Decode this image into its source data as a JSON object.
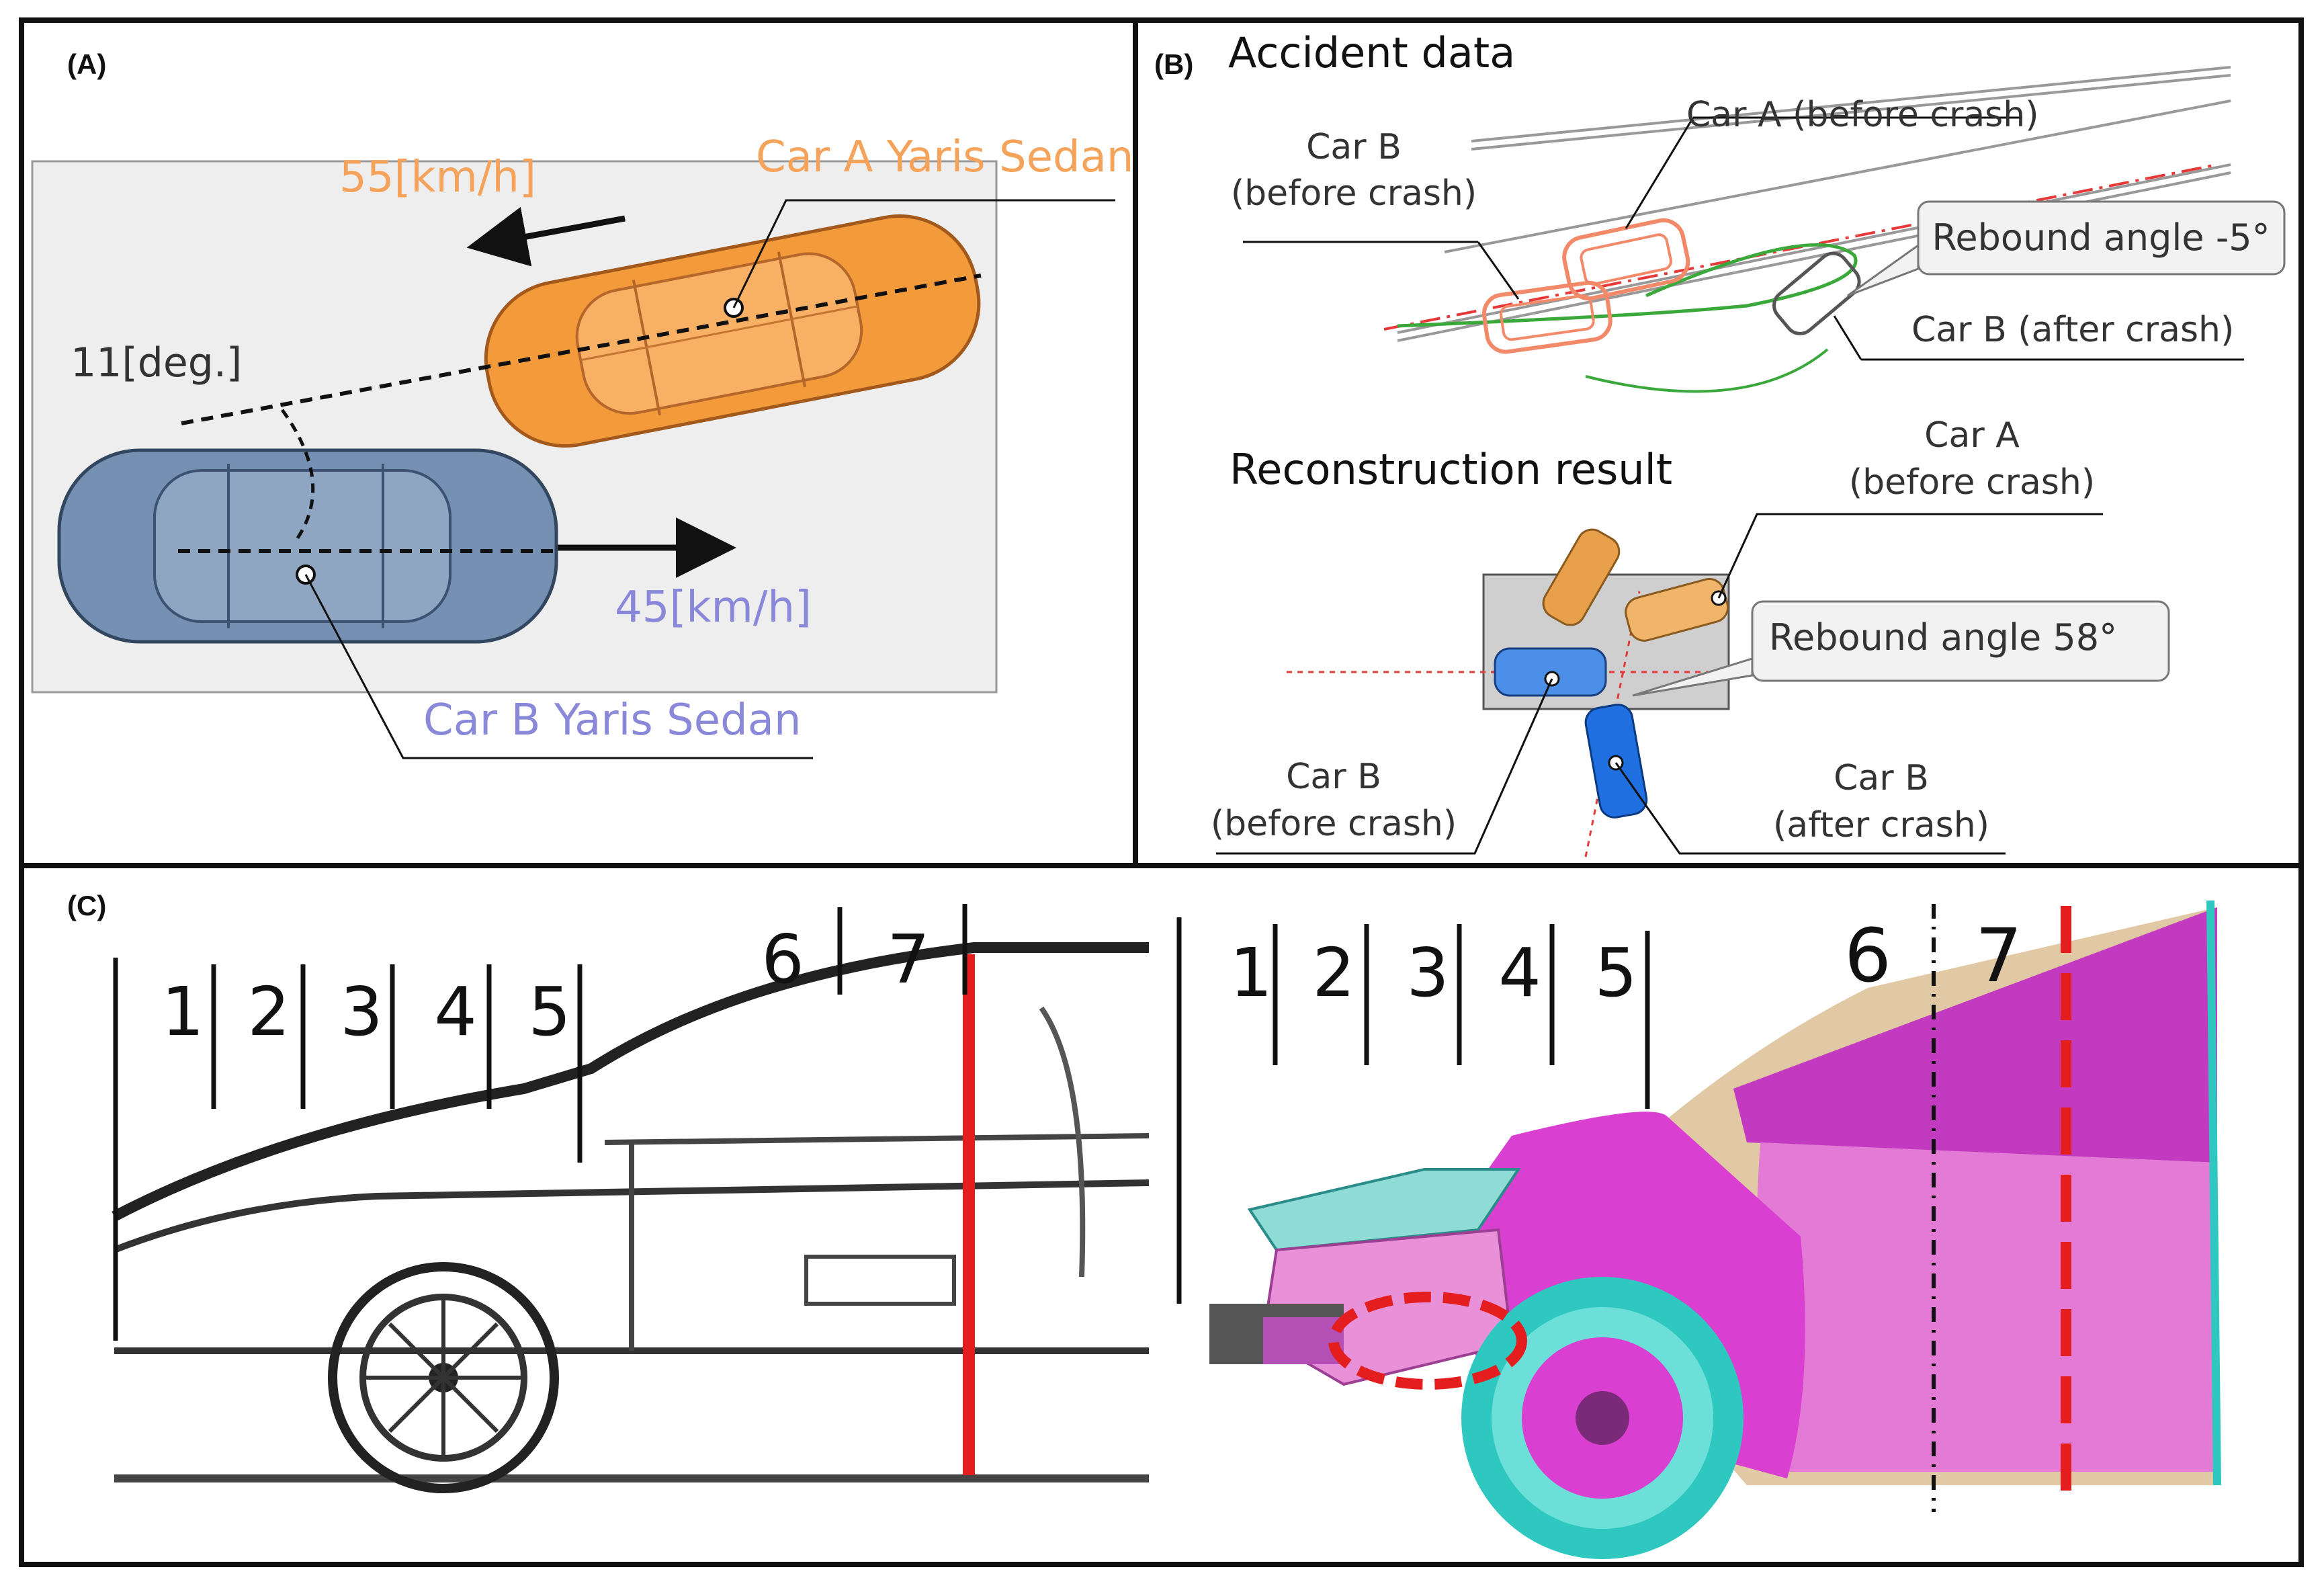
{
  "panels": {
    "a": {
      "label": "(A)",
      "car_a_name": "Car A Yaris Sedan",
      "car_b_name": "Car B Yaris Sedan",
      "car_a_speed": "55[km/h]",
      "car_b_speed": "45[km/h]",
      "angle": "11[deg.]"
    },
    "b": {
      "label": "(B)",
      "accident_title": "Accident data",
      "reconstruction_title": "Reconstruction result",
      "top_car_a_before": "Car A (before crash)",
      "top_car_b_before_l1": "Car B",
      "top_car_b_before_l2": "(before crash)",
      "top_rebound": "Rebound angle -5°",
      "top_car_b_after": "Car B (after crash)",
      "bottom_car_a_l1": "Car A",
      "bottom_car_a_l2": "(before crash)",
      "bottom_rebound": "Rebound angle 58°",
      "bottom_car_b_before_l1": "Car B",
      "bottom_car_b_before_l2": "(before crash)",
      "bottom_car_b_after_l1": "Car B",
      "bottom_car_b_after_l2": "(after crash)"
    },
    "c": {
      "label": "(C)",
      "zones": [
        "1",
        "2",
        "3",
        "4",
        "5",
        "6",
        "7"
      ]
    }
  },
  "colors": {
    "car_a": "#f39a3a",
    "car_b": "#6f88a8",
    "car_a_label": "#f5a25a",
    "car_b_label": "#8a88d8",
    "recon_car_a": "#e8a04a",
    "recon_car_b": "#1f6fe0",
    "accident_car": "#f28a6a",
    "magenta_body": "#d93fd0",
    "cyan_tire": "#2ec8c0",
    "red_marker": "#e41e1e"
  }
}
